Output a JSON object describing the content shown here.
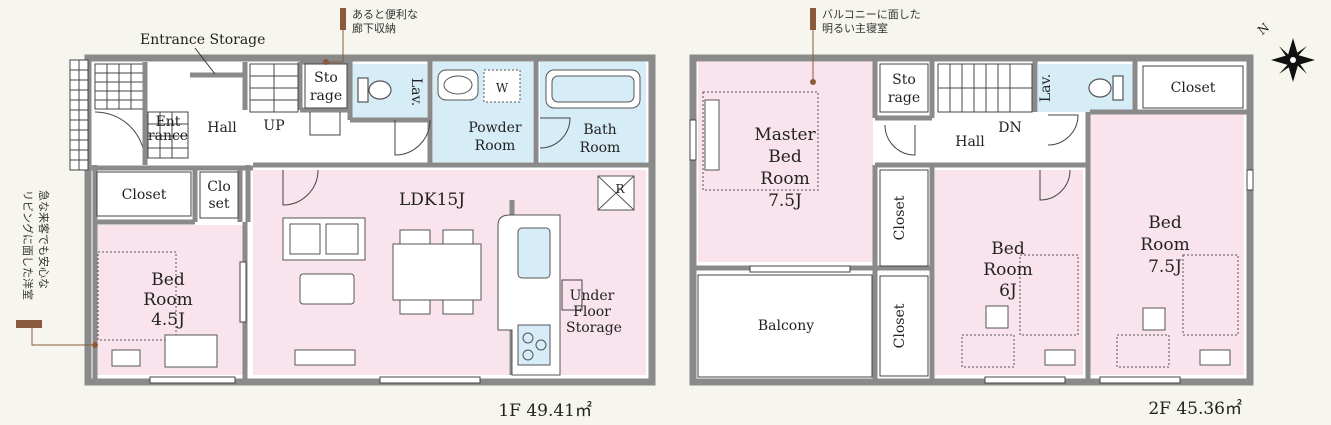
{
  "colors": {
    "wall": "#8a8a8a",
    "pink_room": "#f9e4ee",
    "blue_room": "#d6ecf7",
    "white_room": "#ffffff",
    "grid_stair": "#444444",
    "callout": "#8b5a3c",
    "furniture": "#555555"
  },
  "floor1": {
    "area_label": "1F 49.41㎡",
    "rooms": {
      "entrance_storage": "Entrance Storage",
      "storage": [
        "Sto",
        "rage"
      ],
      "lavatory": "Lav.",
      "washer": "W",
      "powder_room": [
        "Powder",
        "Room"
      ],
      "bath_room": [
        "Bath",
        "Room"
      ],
      "entrance": [
        "Ent",
        "rance"
      ],
      "hall": "Hall",
      "up": "UP",
      "closet_left": "Closet",
      "closet_small": [
        "Clo",
        "set"
      ],
      "ldk": "LDK15J",
      "refrigerator": "R",
      "bed_room": [
        "Bed",
        "Room",
        "4.5J"
      ],
      "under_floor_storage": [
        "Under",
        "Floor",
        "Storage"
      ]
    },
    "callouts": {
      "hallway_storage": [
        "あると便利な",
        "廊下収納"
      ],
      "guest_room": [
        "急な来客でも安心な",
        "リビングに面した洋室"
      ]
    }
  },
  "floor2": {
    "area_label": "2F 45.36㎡",
    "rooms": {
      "master_bed_room": [
        "Master",
        "Bed",
        "Room",
        "7.5J"
      ],
      "storage": [
        "Sto",
        "rage"
      ],
      "lavatory": "Lav.",
      "closet_top": "Closet",
      "hall": "Hall",
      "dn": "DN",
      "closet_mid": "Closet",
      "closet_low": "Closet",
      "balcony": "Balcony",
      "bed_room_6": [
        "Bed",
        "Room",
        "6J"
      ],
      "bed_room_75": [
        "Bed",
        "Room",
        "7.5J"
      ]
    },
    "callouts": {
      "master_room": [
        "バルコニーに面した",
        "明るい主寝室"
      ]
    }
  },
  "compass": {
    "label": "N",
    "icon": "compass-star-icon"
  }
}
